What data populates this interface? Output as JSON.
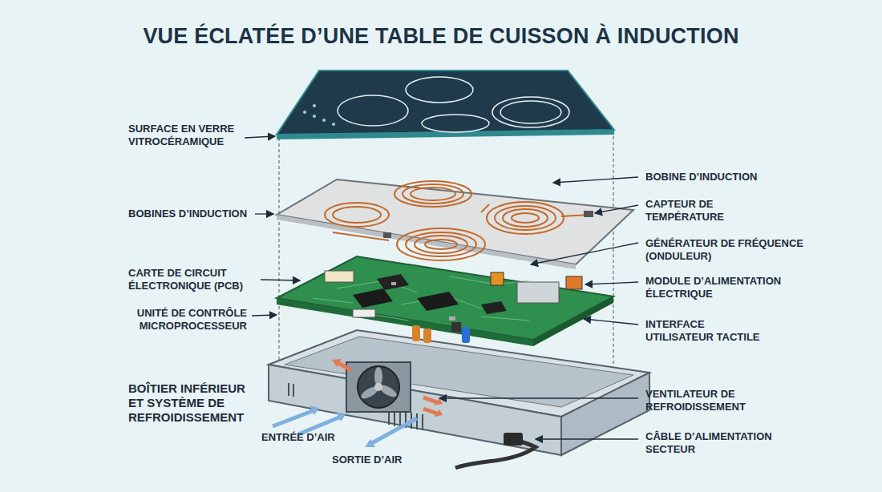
{
  "diagram": {
    "title": "VUE ÉCLATÉE D’UNE TABLE DE CUISSON À INDUCTION",
    "labels": [
      "SURFACE EN VERRE VITROCÉRAMIQUE",
      "BOBINES D’INDUCTION",
      "CARTE DE CIRCUIT ÉLECTRONIQUE (PCB)",
      "UNITÉ DE CONTRÔLE MICROPROCESSEUR",
      "BOÎTIER INFÉRIEUR ET SYSTÈME DE REFROIDISSEMENT",
      "ENTRÉE D’AIR",
      "SORTIE D’AIR",
      "BOBINE D’INDUCTION",
      "CAPTEUR DE TEMPÉRATURE",
      "GÉNÉRATEUR DE FRÉQUENCE (ONDULEUR)",
      "MODULE D’ALIMENTATION ÉLECTRIQUE",
      "INTERFACE UTILISATEUR TACTILE",
      "VENTILATEUR DE REFROIDISSEMENT",
      "CÂBLE D’ALIMENTATION SECTEUR"
    ]
  }
}
